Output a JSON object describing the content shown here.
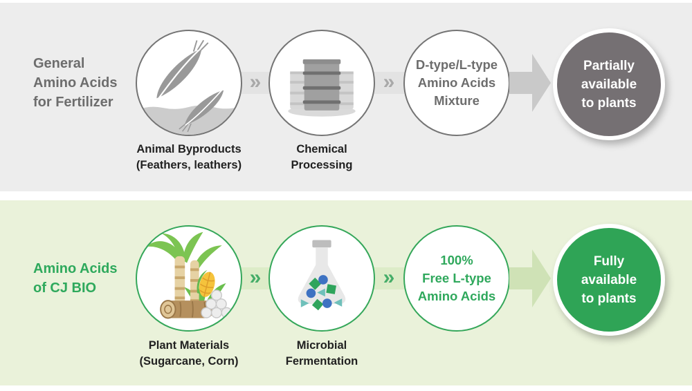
{
  "title": "Amino acids for fertilizer comparison infographic",
  "chevron": "»",
  "rows": [
    {
      "heading": {
        "lines": [
          "General",
          "Amino Acids",
          "for Fertilizer"
        ],
        "color": "#6d6d6d"
      },
      "steps": [
        {
          "icon": "feathers-icon",
          "label": {
            "line1": "Animal Byproducts",
            "line2": "(Feathers, leathers)"
          }
        },
        {
          "icon": "barrels-icon",
          "label": {
            "line1": "Chemical",
            "line2": "Processing"
          }
        },
        {
          "circle_text": {
            "line1": "D-type/L-type",
            "line2": "Amino Acids",
            "line3": "Mixture"
          }
        }
      ],
      "result": {
        "line1": "Partially",
        "line2": "available",
        "line3": "to plants",
        "fill": "#757073"
      },
      "colors": {
        "panel_bg": "#ededed",
        "circle_border": "#747474",
        "band": "#e3e3e3",
        "chevron": "#a9a9a9",
        "arrow": "#c9c9c9"
      }
    },
    {
      "heading": {
        "lines": [
          "Amino Acids",
          "of CJ BIO"
        ],
        "color": "#2ea95c"
      },
      "steps": [
        {
          "icon": "plants-icon",
          "label": {
            "line1": "Plant Materials",
            "line2": "(Sugarcane, Corn)"
          }
        },
        {
          "icon": "flask-icon",
          "label": {
            "line1": "Microbial",
            "line2": "Fermentation"
          }
        },
        {
          "circle_text": {
            "line1": "100%",
            "line2": "Free L-type",
            "line3": "Amino Acids"
          }
        }
      ],
      "result": {
        "line1": "Fully",
        "line2": "available",
        "line3": "to plants",
        "fill": "#2fa456"
      },
      "colors": {
        "panel_bg": "#eaf2da",
        "circle_border": "#35a75a",
        "band": "#ddecc8",
        "chevron": "#45ad68",
        "arrow": "#cfe2b6"
      }
    }
  ]
}
